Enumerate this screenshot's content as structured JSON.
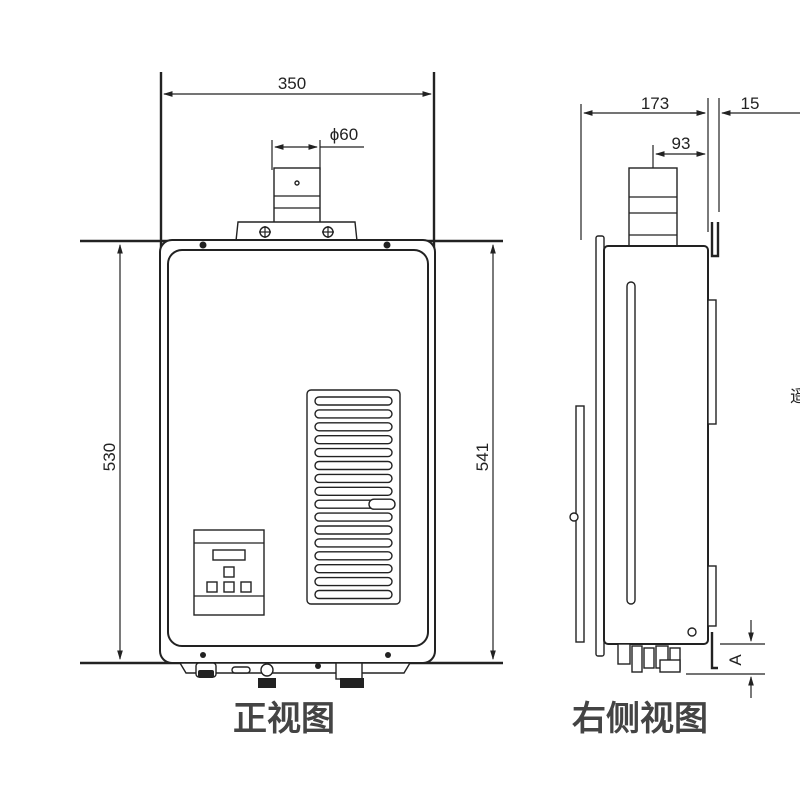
{
  "front_view": {
    "caption": "正视图",
    "width_dim": "350",
    "flue_dim": "ϕ60",
    "height_left_dim": "530",
    "height_right_dim": "541"
  },
  "side_view": {
    "caption": "右侧视图",
    "depth_dim": "173",
    "gap_dim": "15",
    "flue_offset_dim": "93",
    "bottom_dim": "A",
    "edge_text": "遥"
  }
}
